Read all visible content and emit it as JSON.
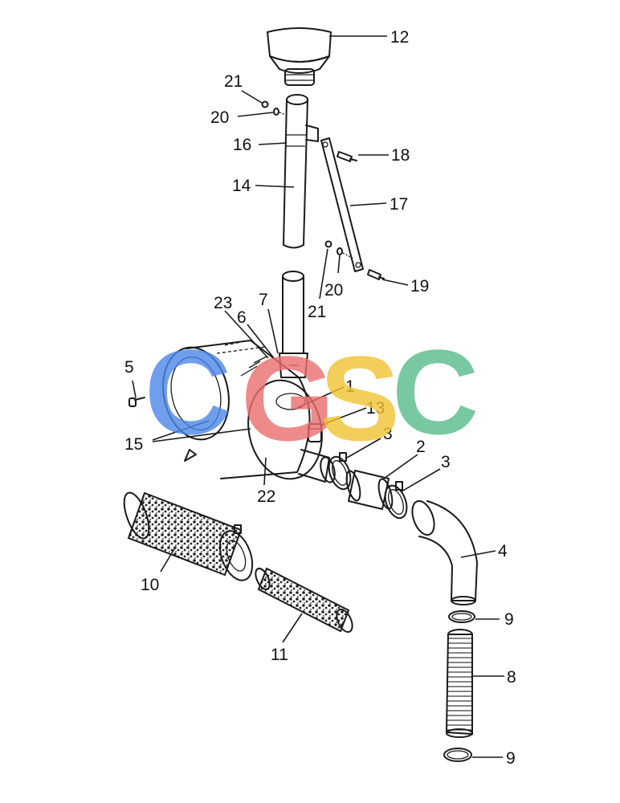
{
  "watermark": {
    "letters": [
      "C",
      "G",
      "S",
      "C"
    ],
    "colors": [
      "#4a86e8",
      "#ea6d6d",
      "#f1c232",
      "#57bb8a"
    ]
  },
  "callouts": {
    "c1": "1",
    "c2": "2",
    "c3a": "3",
    "c3b": "3",
    "c4": "4",
    "c5": "5",
    "c6": "6",
    "c7": "7",
    "c8": "8",
    "c9a": "9",
    "c9b": "9",
    "c10": "10",
    "c11": "11",
    "c12": "12",
    "c13": "13",
    "c14": "14",
    "c15": "15",
    "c16": "16",
    "c17": "17",
    "c18": "18",
    "c19": "19",
    "c20a": "20",
    "c20b": "20",
    "c21a": "21",
    "c21b": "21",
    "c22": "22",
    "c23": "23"
  }
}
